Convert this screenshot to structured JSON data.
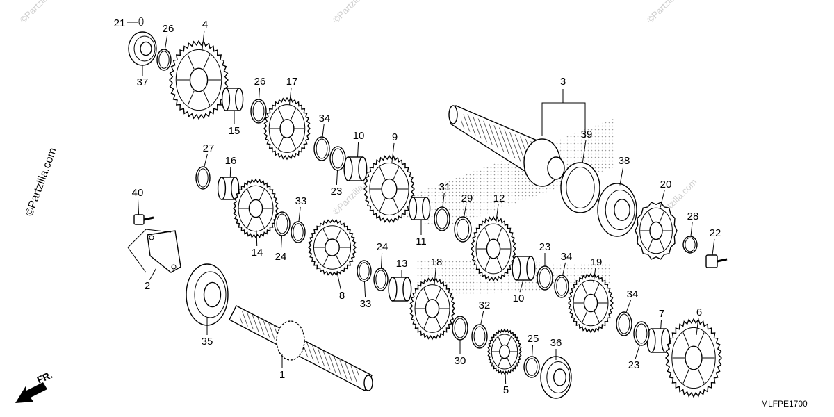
{
  "watermark": {
    "text": "©Partzilla.com"
  },
  "diagram_code": "MLFPE1700",
  "front_indicator": "FR.",
  "callouts": [
    {
      "id": "c21",
      "label": "21",
      "part": "ring"
    },
    {
      "id": "c26a",
      "label": "26",
      "part": "ring"
    },
    {
      "id": "c4",
      "label": "4",
      "part": "gear"
    },
    {
      "id": "c37",
      "label": "37",
      "part": "bearing"
    },
    {
      "id": "c26b",
      "label": "26",
      "part": "ring"
    },
    {
      "id": "c17",
      "label": "17",
      "part": "gear"
    },
    {
      "id": "c15",
      "label": "15",
      "part": "bushing"
    },
    {
      "id": "c34a",
      "label": "34",
      "part": "ring"
    },
    {
      "id": "c10a",
      "label": "10",
      "part": "bushing"
    },
    {
      "id": "c23a",
      "label": "23",
      "part": "ring"
    },
    {
      "id": "c9",
      "label": "9",
      "part": "gear"
    },
    {
      "id": "c3",
      "label": "3",
      "part": "shaft"
    },
    {
      "id": "c39",
      "label": "39",
      "part": "ring"
    },
    {
      "id": "c38",
      "label": "38",
      "part": "seal"
    },
    {
      "id": "c20",
      "label": "20",
      "part": "sprocket"
    },
    {
      "id": "c28",
      "label": "28",
      "part": "washer"
    },
    {
      "id": "c22",
      "label": "22",
      "part": "bolt"
    },
    {
      "id": "c27",
      "label": "27",
      "part": "ring"
    },
    {
      "id": "c16",
      "label": "16",
      "part": "bushing"
    },
    {
      "id": "c14",
      "label": "14",
      "part": "gear"
    },
    {
      "id": "c24a",
      "label": "24",
      "part": "ring"
    },
    {
      "id": "c33a",
      "label": "33",
      "part": "ring"
    },
    {
      "id": "c31",
      "label": "31",
      "part": "ring"
    },
    {
      "id": "c11",
      "label": "11",
      "part": "bushing"
    },
    {
      "id": "c29",
      "label": "29",
      "part": "ring"
    },
    {
      "id": "c12",
      "label": "12",
      "part": "gear"
    },
    {
      "id": "c40",
      "label": "40",
      "part": "bolt"
    },
    {
      "id": "c2",
      "label": "2",
      "part": "plate"
    },
    {
      "id": "c8",
      "label": "8",
      "part": "gear"
    },
    {
      "id": "c24b",
      "label": "24",
      "part": "ring"
    },
    {
      "id": "c33b",
      "label": "33",
      "part": "ring"
    },
    {
      "id": "c13",
      "label": "13",
      "part": "bushing"
    },
    {
      "id": "c18",
      "label": "18",
      "part": "gear"
    },
    {
      "id": "c23b",
      "label": "23",
      "part": "ring"
    },
    {
      "id": "c34b",
      "label": "34",
      "part": "ring"
    },
    {
      "id": "c10b",
      "label": "10",
      "part": "bushing"
    },
    {
      "id": "c19",
      "label": "19",
      "part": "gear"
    },
    {
      "id": "c35",
      "label": "35",
      "part": "bearing"
    },
    {
      "id": "c32",
      "label": "32",
      "part": "ring"
    },
    {
      "id": "c30",
      "label": "30",
      "part": "ring"
    },
    {
      "id": "c1",
      "label": "1",
      "part": "shaft"
    },
    {
      "id": "c5",
      "label": "5",
      "part": "gear"
    },
    {
      "id": "c25",
      "label": "25",
      "part": "washer"
    },
    {
      "id": "c36",
      "label": "36",
      "part": "bearing"
    },
    {
      "id": "c34c",
      "label": "34",
      "part": "ring"
    },
    {
      "id": "c7",
      "label": "7",
      "part": "bushing"
    },
    {
      "id": "c23c",
      "label": "23",
      "part": "ring"
    },
    {
      "id": "c6",
      "label": "6",
      "part": "gear"
    }
  ]
}
